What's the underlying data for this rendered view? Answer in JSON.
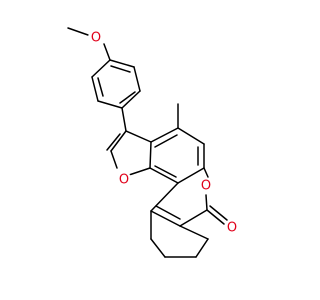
{
  "atom_labels": [
    {
      "id": "o-methoxy",
      "text": "O",
      "color": "#e0001a"
    },
    {
      "id": "o-furan",
      "text": "O",
      "color": "#e0001a"
    },
    {
      "id": "o-lactone-ring",
      "text": "O",
      "color": "#e0001a"
    },
    {
      "id": "o-carbonyl",
      "text": "O",
      "color": "#e0001a"
    }
  ],
  "bond_color": "#000000"
}
